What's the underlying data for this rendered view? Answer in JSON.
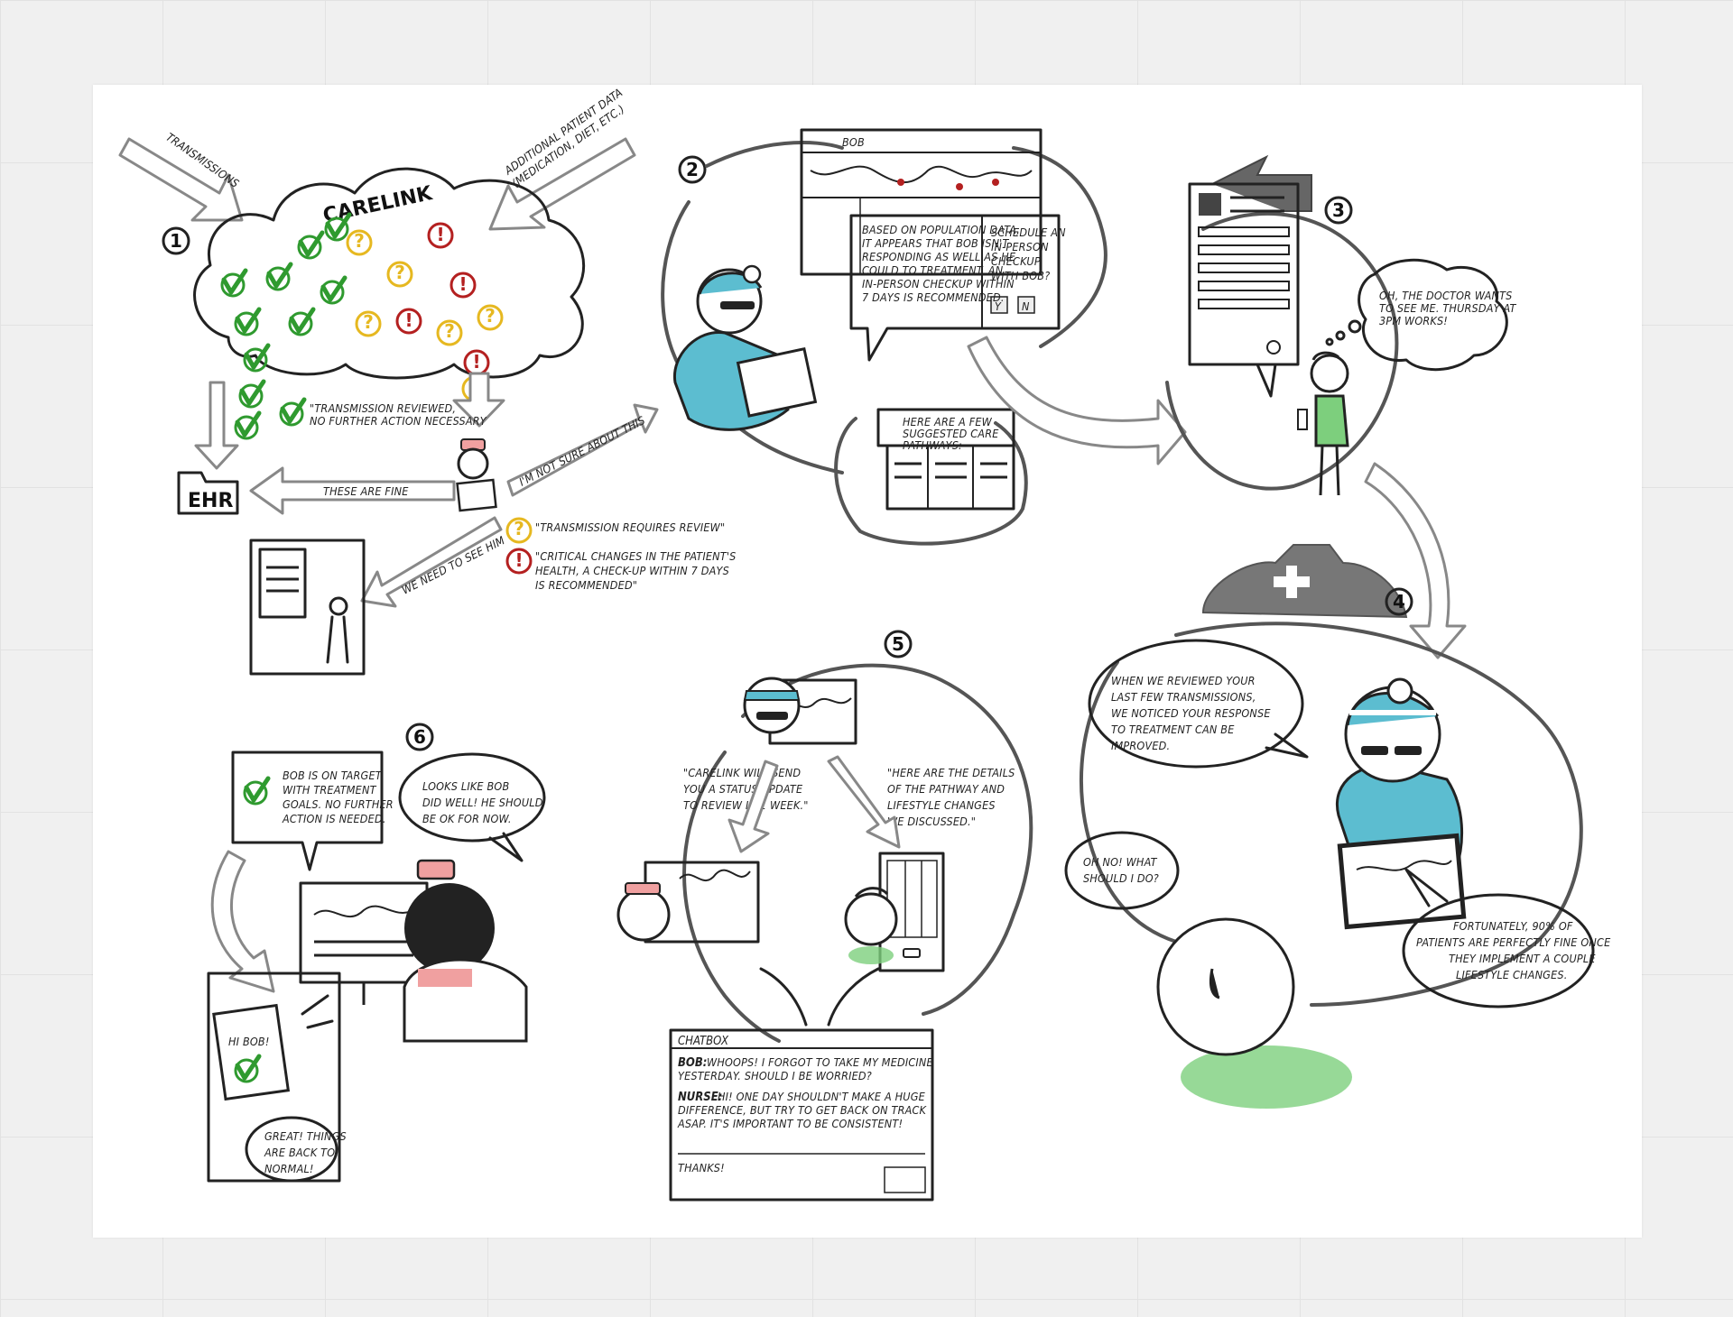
{
  "title": "CARELINK",
  "steps": [
    "1",
    "2",
    "3",
    "4",
    "5",
    "6"
  ],
  "step1": {
    "transmissions": "TRANSMISSIONS",
    "additional_data_line1": "ADDITIONAL PATIENT DATA",
    "additional_data_line2": "(MEDICATION, DIET, ETC.)",
    "ehr": "EHR",
    "these_are_fine": "THESE ARE FINE",
    "not_sure": "I'M NOT SURE ABOUT THIS",
    "need_to_see": "WE NEED TO SEE HIM",
    "legend_ok_line1": "\"TRANSMISSION REVIEWED,",
    "legend_ok_line2": "NO FURTHER ACTION NECESSARY",
    "legend_review": "\"TRANSMISSION REQUIRES REVIEW\"",
    "legend_critical_line1": "\"CRITICAL CHANGES IN THE PATIENT'S",
    "legend_critical_line2": "HEALTH, A CHECK-UP WITHIN 7 DAYS",
    "legend_critical_line3": "IS RECOMMENDED\""
  },
  "step2": {
    "screen_title": "BOB",
    "analysis": [
      "BASED ON POPULATION DATA,",
      "IT APPEARS THAT BOB ISN'T",
      "RESPONDING AS WELL AS HE",
      "COULD TO TREATMENT. AN",
      "IN-PERSON CHECKUP WITHIN",
      "7 DAYS IS RECOMMENDED."
    ],
    "schedule": [
      "SCHEDULE AN",
      "IN-PERSON",
      "CHECKUP",
      "WITH BOB?"
    ],
    "yes": "Y",
    "no": "N",
    "pathways": [
      "HERE ARE A FEW",
      "SUGGESTED CARE",
      "PATHWAYS:"
    ]
  },
  "step3": {
    "thought": [
      "OH, THE DOCTOR WANTS",
      "TO SEE ME. THURSDAY AT",
      "3PM WORKS!"
    ]
  },
  "step4": {
    "doctor": [
      "WHEN WE REVIEWED YOUR",
      "LAST FEW TRANSMISSIONS,",
      "WE NOTICED YOUR RESPONSE",
      "TO TREATMENT CAN BE",
      "IMPROVED."
    ],
    "patient": [
      "OH NO! WHAT",
      "SHOULD I DO?"
    ],
    "doctor2": [
      "FORTUNATELY, 90% OF",
      "PATIENTS ARE PERFECTLY FINE ONCE",
      "THEY IMPLEMENT A COUPLE",
      "LIFESTYLE CHANGES."
    ]
  },
  "step5": {
    "left": [
      "\"CARELINK WILL SEND",
      "YOU A STATUS UPDATE",
      "TO REVIEW IN 1 WEEK.\""
    ],
    "right": [
      "\"HERE ARE THE DETAILS",
      "OF THE PATHWAY AND",
      "LIFESTYLE CHANGES",
      "WE DISCUSSED.\""
    ],
    "chatbox_title": "CHATBOX",
    "bob_label": "BOB:",
    "bob_msg": [
      "WHOOPS! I FORGOT TO TAKE MY MEDICINE",
      "YESTERDAY. SHOULD I BE WORRIED?"
    ],
    "nurse_label": "NURSE:",
    "nurse_msg": [
      "HI! ONE DAY SHOULDN'T MAKE A HUGE",
      "DIFFERENCE, BUT TRY TO GET BACK ON TRACK",
      "ASAP. IT'S IMPORTANT TO BE CONSISTENT!"
    ],
    "reply": "THANKS!"
  },
  "step6": {
    "status": [
      "BOB IS ON TARGET",
      "WITH TREATMENT",
      "GOALS. NO FURTHER",
      "ACTION IS NEEDED."
    ],
    "nurse": [
      "LOOKS LIKE BOB",
      "DID WELL! HE SHOULD",
      "BE OK FOR NOW."
    ],
    "phone": "HI BOB!",
    "patient": [
      "GREAT! THINGS",
      "ARE BACK TO",
      "NORMAL!"
    ]
  },
  "colors": {
    "green": "#2f9a2f",
    "yellow": "#e6b820",
    "red": "#b42020",
    "teal": "#5cbdd0",
    "patient_shirt": "#7dcf7d",
    "nurse_pink": "#f0a0a0",
    "gray": "#777777"
  }
}
